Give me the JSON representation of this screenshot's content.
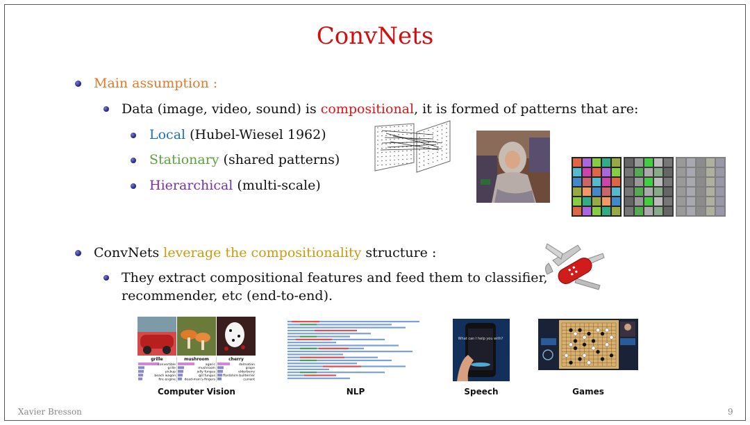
{
  "slide": {
    "title": "ConvNets",
    "bullet1": {
      "label": "Main assumption :",
      "sub": {
        "pre": "Data (image, video, sound) is ",
        "highlight": "compositional",
        "post": ", it is formed of patterns that are:"
      },
      "items": [
        {
          "term": "Local",
          "rest": " (Hubel-Wiesel 1962)"
        },
        {
          "term": "Stationary",
          "rest": " (shared patterns)"
        },
        {
          "term": "Hierarchical",
          "rest": " (multi-scale)"
        }
      ]
    },
    "bullet2": {
      "pre": "ConvNets ",
      "highlight": "leverage the compositionality",
      "post": " structure :",
      "sub_line1": "They extract compositional features and feed them to classifier,",
      "sub_line2": "recommender, etc (end-to-end)."
    },
    "cv_panel": {
      "headers": [
        "grille",
        "mushroom",
        "cherry"
      ],
      "col1": [
        "convertible",
        "grille",
        "pickup",
        "beach wagon",
        "fire engine"
      ],
      "col2": [
        "agaric",
        "mushroom",
        "jelly fungus",
        "gill fungus",
        "dead-man's-fingers"
      ],
      "col3": [
        "dalmatian",
        "grape",
        "elderberry",
        "ffordshire bullterrier",
        "currant"
      ]
    },
    "phone_text": "What can I help you with?",
    "captions": [
      "Computer Vision",
      "NLP",
      "Speech",
      "Games"
    ],
    "footer": {
      "author": "Xavier Bresson",
      "page": "9"
    },
    "colors": {
      "title": "#d01010",
      "main_assumption": "#e07a2a",
      "compositional": "#e01515",
      "local": "#1f6fb4",
      "stationary": "#5aa23c",
      "hierarchical": "#7a2fa8",
      "leverage": "#c89a10"
    }
  }
}
